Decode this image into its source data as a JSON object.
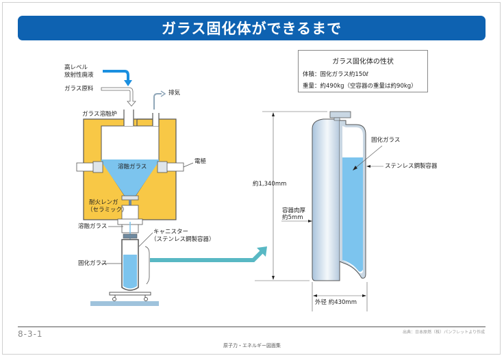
{
  "title": "ガラス固化体ができるまで",
  "properties": {
    "heading": "ガラス固化体の性状",
    "volume": "体積：固化ガラス約150ℓ",
    "weight": "重量：約490kg（空容器の重量は約90kg）"
  },
  "process": {
    "hlw_label_1": "高レベル",
    "hlw_label_2": "放射性廃液",
    "glass_material": "ガラス原料",
    "exhaust": "排気",
    "melter": "ガラス溶融炉",
    "molten_glass_in_melter": "溶融ガラス",
    "electrode": "電極",
    "refractory_1": "耐火レンガ",
    "refractory_2": "（セラミック）",
    "molten_glass_pour": "溶融ガラス",
    "canister_1": "キャニスター",
    "canister_2": "（ステンレス鋼製容器）",
    "solidified_glass": "固化ガラス"
  },
  "vessel": {
    "height": "約1,340mm",
    "solidified_glass": "固化ガラス",
    "container": "ステンレス鋼製容器",
    "wall_1": "容器肉厚",
    "wall_2": "約5mm",
    "diameter": "外径 約430mm"
  },
  "colors": {
    "title_bg": "#0e62b1",
    "brick": "#f8c846",
    "glass": "#7cc4ee",
    "arrow_hlw": "#1a8fe0",
    "arrow_transfer": "#58b8c4",
    "steel": "#c9d7e3"
  },
  "footer": {
    "page_num": "8-3-1",
    "source": "出典：日本原燃（株）パンフレットより作成",
    "book": "原子力・エネルギー図面集"
  }
}
